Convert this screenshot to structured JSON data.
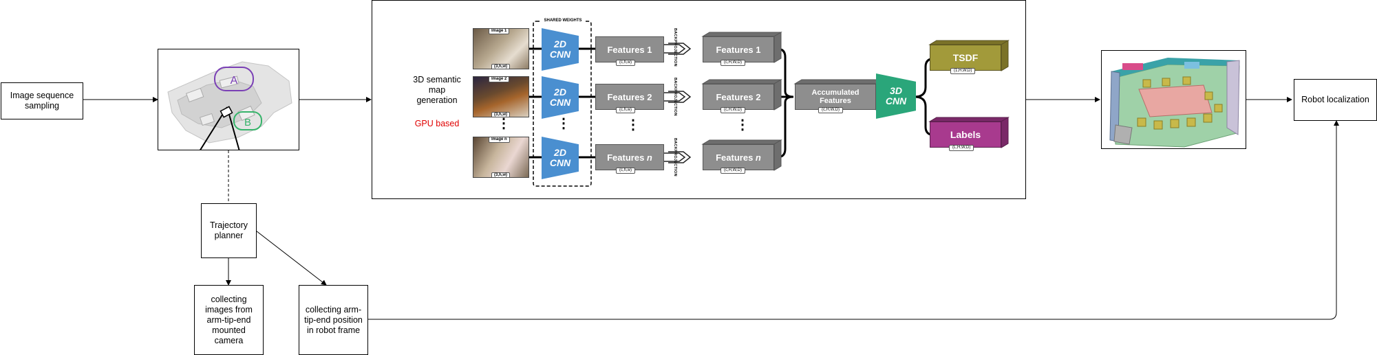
{
  "nodes": {
    "sampling": "Image sequence sampling",
    "planner": "Trajectory planner",
    "collect_images": "collecting images from arm-tip-end mounted camera",
    "collect_position": "collecting arm-tip-end position in robot frame",
    "localization": "Robot localization"
  },
  "semantic_map": {
    "title": "3D semantic map generation",
    "gpu": "GPU based"
  },
  "scan_markers": {
    "a": "A",
    "b": "B"
  },
  "network": {
    "shared_weights": "SHARED WEIGHTS",
    "image_1": "Image 1",
    "image_2": "Image 2",
    "image_n": "Image n",
    "image_dims": "(3,h,w)",
    "cnn2d_a": "2D",
    "cnn2d_b": "CNN",
    "feat_1": "Features 1",
    "feat_2": "Features 2",
    "feat_n_prefix": "Features ",
    "feat_n_italic": "n",
    "feat2d_dims": "(c,h,w)",
    "feat3d_dims": "(c,H,W,D)",
    "backprojection": "BACKPROJECTION",
    "accum_a": "Accumulated",
    "accum_b": "Features",
    "cnn3d_a": "3D",
    "cnn3d_b": "CNN",
    "tsdf": "TSDF",
    "tsdf_dims": "(1,H,W,D)",
    "labels": "Labels",
    "labels_dims": "(L,H,W,D)",
    "dots": "⋮"
  },
  "colors": {
    "cnn2d": "#4a8fd0",
    "cnn3d": "#2aa67a",
    "feature_block": "#8e8e8e",
    "tsdf": "#a29a3a",
    "labels": "#a83a8e",
    "gpu_text": "#e00000",
    "scan_a": "#7a3fb5",
    "scan_b": "#36b36a"
  }
}
